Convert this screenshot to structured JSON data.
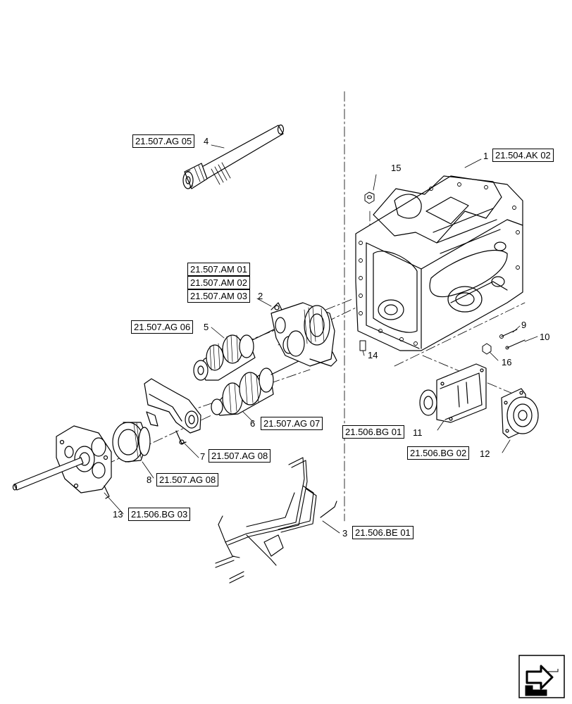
{
  "items": [
    {
      "num": "1",
      "ref": "21.504.AK 02"
    },
    {
      "num": "2",
      "refs": [
        "21.507.AM 01",
        "21.507.AM 02",
        "21.507.AM 03"
      ]
    },
    {
      "num": "3",
      "ref": "21.506.BE 01"
    },
    {
      "num": "4",
      "ref": "21.507.AG 05"
    },
    {
      "num": "5",
      "ref": "21.507.AG 06"
    },
    {
      "num": "6",
      "ref": "21.507.AG 07"
    },
    {
      "num": "7",
      "ref": "21.507.AG 08"
    },
    {
      "num": "8",
      "ref": "21.507.AG 08"
    },
    {
      "num": "9"
    },
    {
      "num": "10"
    },
    {
      "num": "11",
      "ref": "21.506.BG 01"
    },
    {
      "num": "12",
      "ref": "21.506.BG 02"
    },
    {
      "num": "13",
      "ref": "21.506.BG 03"
    },
    {
      "num": "14"
    },
    {
      "num": "15"
    },
    {
      "num": "16"
    }
  ],
  "nav_icon": "next-page-arrow-icon"
}
